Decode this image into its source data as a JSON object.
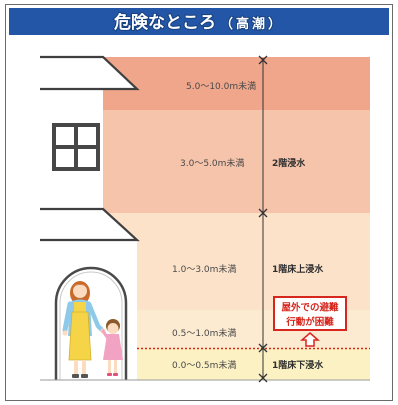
{
  "header": {
    "title": "危険なところ",
    "subtitle": "（高潮）"
  },
  "colors": {
    "header_bg": "#2356a6",
    "warning": "#d7261d"
  },
  "levels": [
    {
      "label": "5.0～10.0m未満",
      "color": "#f0a68a"
    },
    {
      "label": "3.0～5.0m未満",
      "color": "#f6c4ab"
    },
    {
      "label": "1.0～3.0m未満",
      "color": "#fde2ca"
    },
    {
      "label": "0.5～1.0m未満",
      "color": "#fcebd0"
    },
    {
      "label": "0.0～0.5m未満",
      "color": "#fcf1c3"
    }
  ],
  "impacts": [
    {
      "label": "2階浸水"
    },
    {
      "label": "1階床上浸水"
    },
    {
      "label": "1階床下浸水"
    }
  ],
  "warning": {
    "lines": [
      "屋外での避難",
      "行動が困難"
    ],
    "icon": "up-arrow-icon"
  }
}
